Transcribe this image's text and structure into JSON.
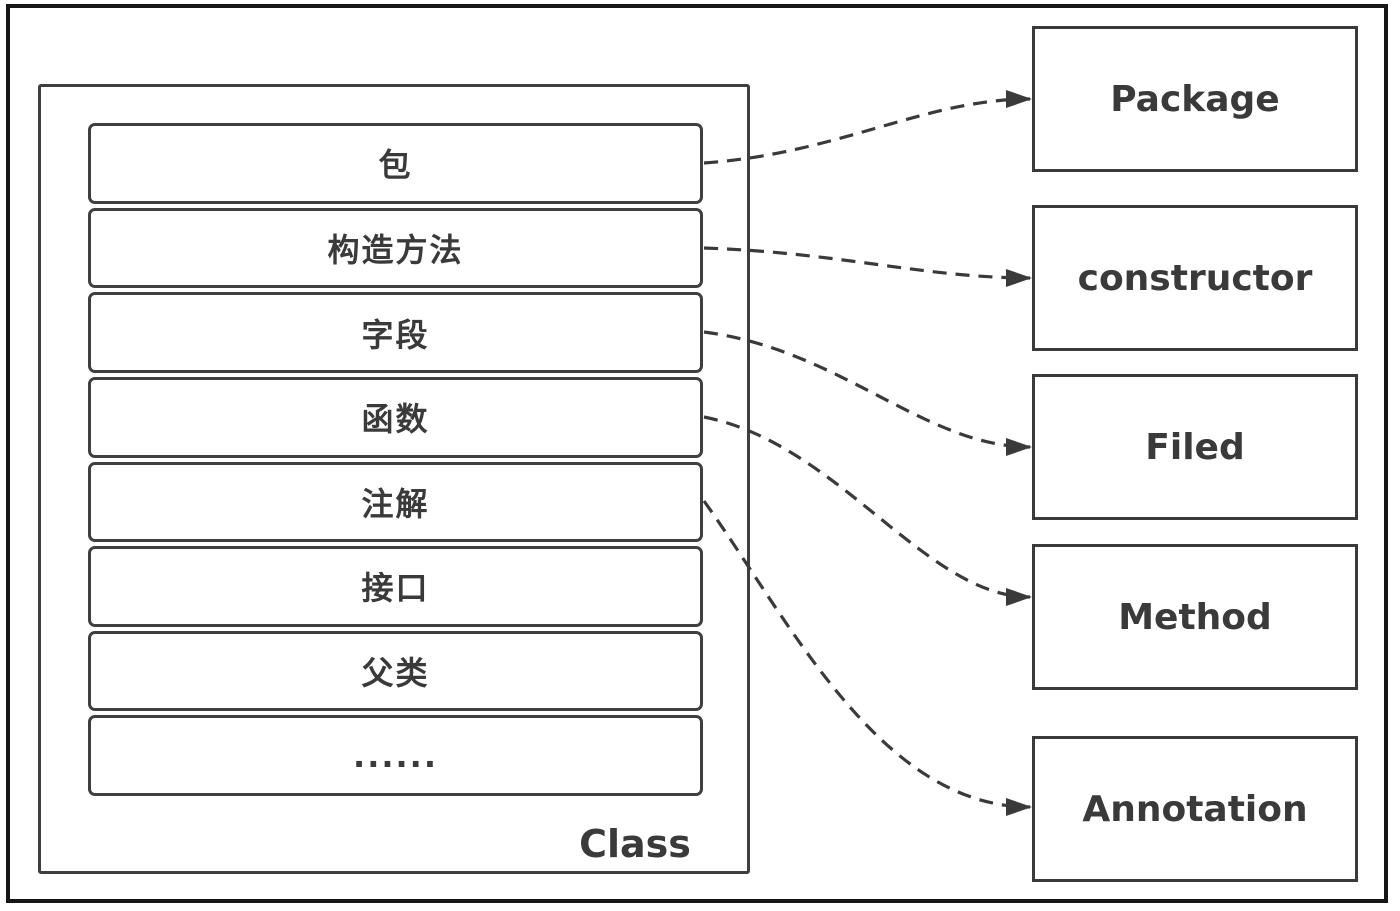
{
  "diagram": {
    "class_container": {
      "label": "Class",
      "rows": [
        {
          "id": "package",
          "label": "包"
        },
        {
          "id": "constructor",
          "label": "构造方法"
        },
        {
          "id": "field",
          "label": "字段"
        },
        {
          "id": "function",
          "label": "函数"
        },
        {
          "id": "annotation",
          "label": "注解"
        },
        {
          "id": "interface",
          "label": "接口"
        },
        {
          "id": "superclass",
          "label": "父类"
        },
        {
          "id": "ellipsis",
          "label": "......"
        }
      ]
    },
    "right_boxes": [
      {
        "id": "package",
        "label": "Package"
      },
      {
        "id": "constructor",
        "label": "constructor"
      },
      {
        "id": "filed",
        "label": "Filed"
      },
      {
        "id": "method",
        "label": "Method"
      },
      {
        "id": "annotation",
        "label": "Annotation"
      }
    ],
    "connections": [
      {
        "from_row": 0,
        "to_box": 0
      },
      {
        "from_row": 1,
        "to_box": 1
      },
      {
        "from_row": 2,
        "to_box": 2
      },
      {
        "from_row": 3,
        "to_box": 3
      },
      {
        "from_row": 4,
        "to_box": 4
      }
    ],
    "colors": {
      "line": "#3a3a3a",
      "text": "#3a3a3a",
      "frame": "#161616",
      "background": "#ffffff"
    }
  }
}
